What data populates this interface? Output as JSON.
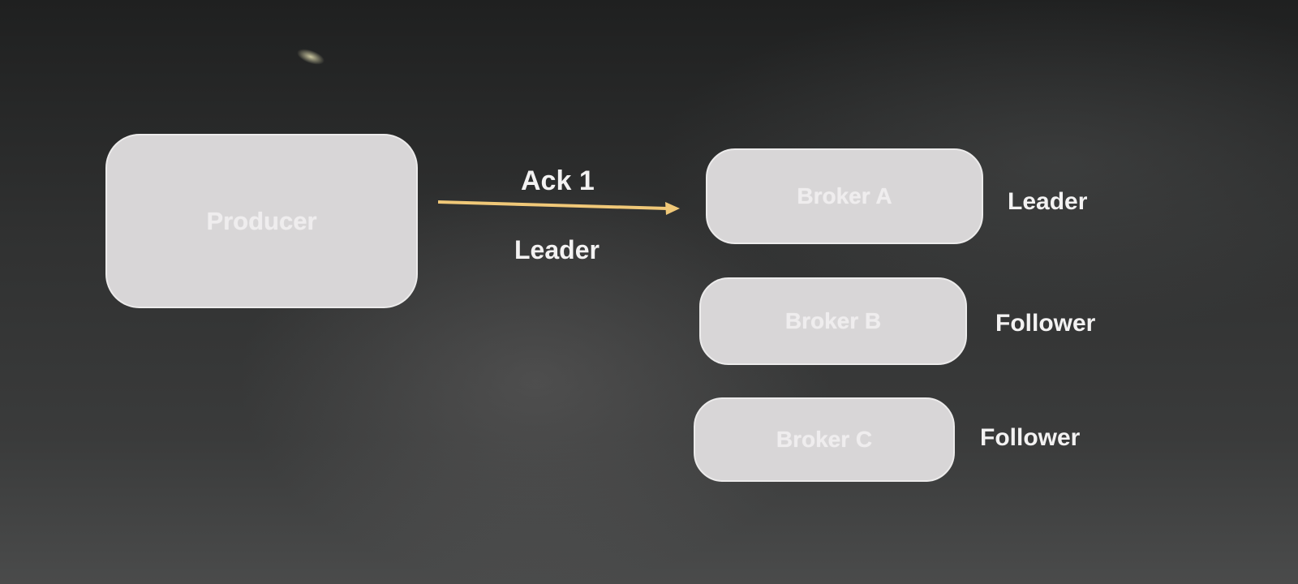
{
  "diagram": {
    "producer": {
      "label": "Producer"
    },
    "arrow": {
      "top_label": "Ack 1",
      "bottom_label": "Leader",
      "color": "#f0c878"
    },
    "brokers": [
      {
        "label": "Broker A",
        "role": "Leader"
      },
      {
        "label": "Broker B",
        "role": "Follower"
      },
      {
        "label": "Broker C",
        "role": "Follower"
      }
    ]
  }
}
